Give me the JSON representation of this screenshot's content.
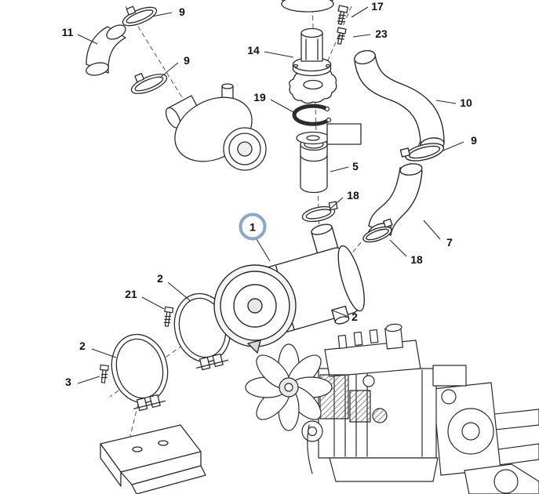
{
  "diagram": {
    "line_color": "#2b2b2b",
    "highlight_color": "#8aa6c9",
    "highlighted_part": "1",
    "callouts": [
      {
        "label": "9"
      },
      {
        "label": "11"
      },
      {
        "label": "9"
      },
      {
        "label": "17"
      },
      {
        "label": "23"
      },
      {
        "label": "14"
      },
      {
        "label": "19"
      },
      {
        "label": "10"
      },
      {
        "label": "9"
      },
      {
        "label": "5"
      },
      {
        "label": "18"
      },
      {
        "label": "7"
      },
      {
        "label": "18"
      },
      {
        "label": "1",
        "highlighted": true
      },
      {
        "label": "2"
      },
      {
        "label": "2"
      },
      {
        "label": "21"
      },
      {
        "label": "2"
      },
      {
        "label": "3"
      }
    ]
  }
}
